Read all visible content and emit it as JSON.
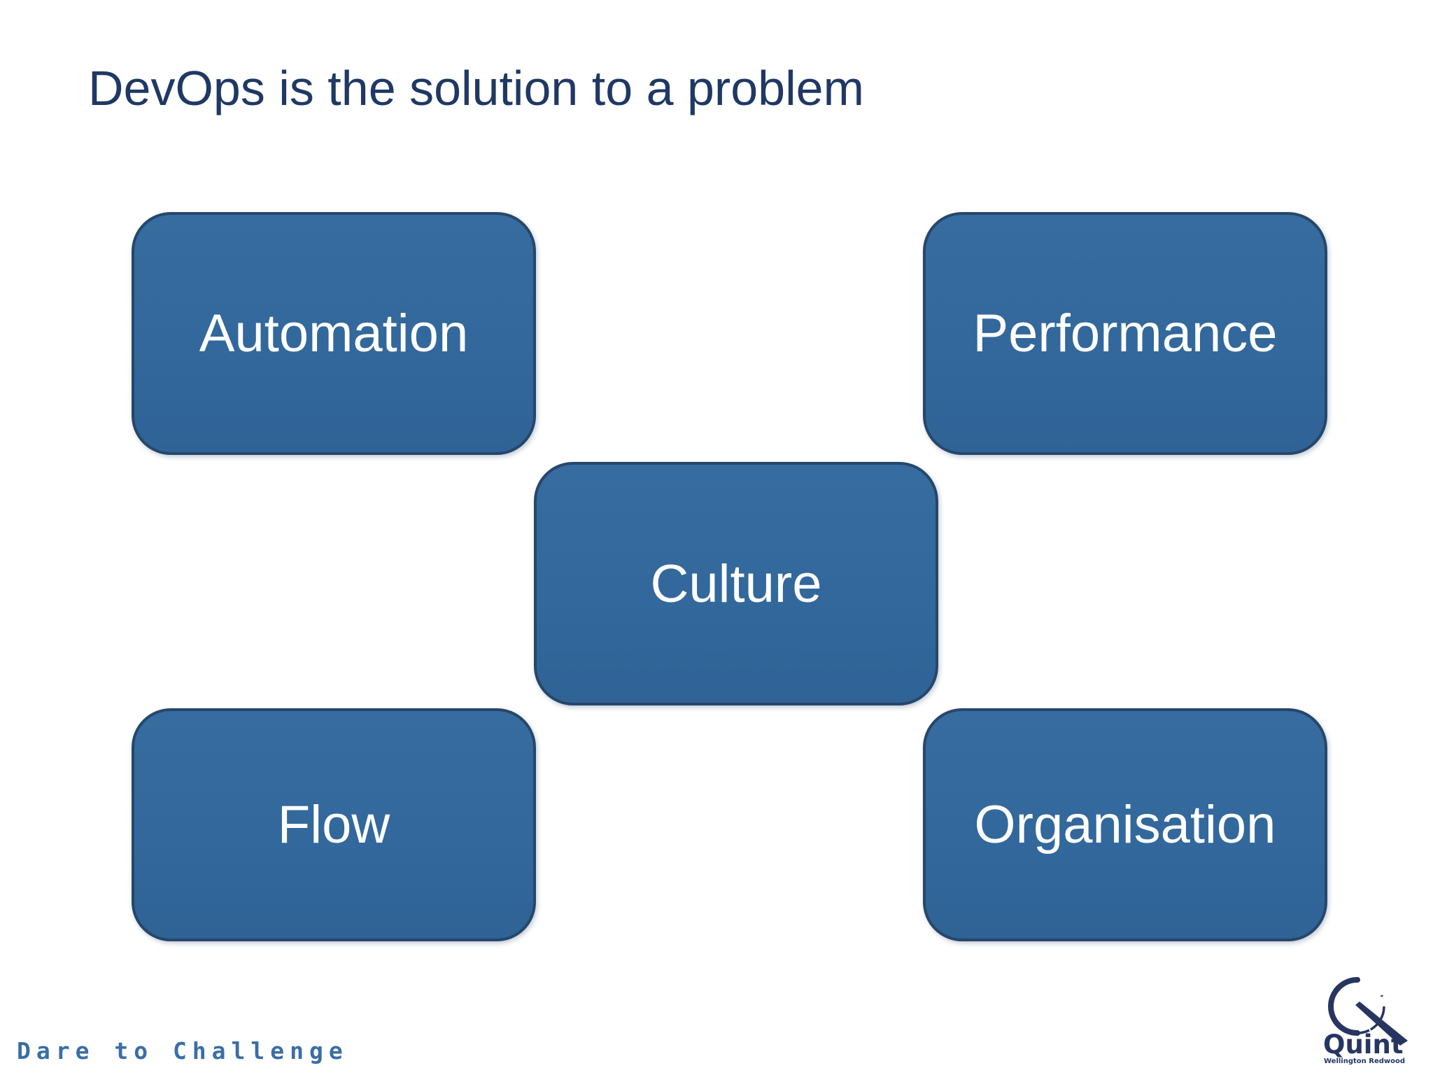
{
  "slide": {
    "title": "DevOps is the solution to a problem",
    "boxes": [
      {
        "id": "automation",
        "label": "Automation"
      },
      {
        "id": "performance",
        "label": "Performance"
      },
      {
        "id": "culture",
        "label": "Culture"
      },
      {
        "id": "flow",
        "label": "Flow"
      },
      {
        "id": "organisation",
        "label": "Organisation"
      }
    ],
    "footer": {
      "tagline": "Dare to Challenge"
    },
    "logo": {
      "brand": "Quint",
      "subtitle": "Wellington Redwood"
    }
  },
  "colors": {
    "background": "#FFFFFF",
    "title_text": "#1F3864",
    "box_fill": "#32689C",
    "box_border": "#26476B",
    "box_text": "#FFFFFF",
    "tagline_text": "#3A6EA5",
    "logo_navy": "#273561"
  }
}
